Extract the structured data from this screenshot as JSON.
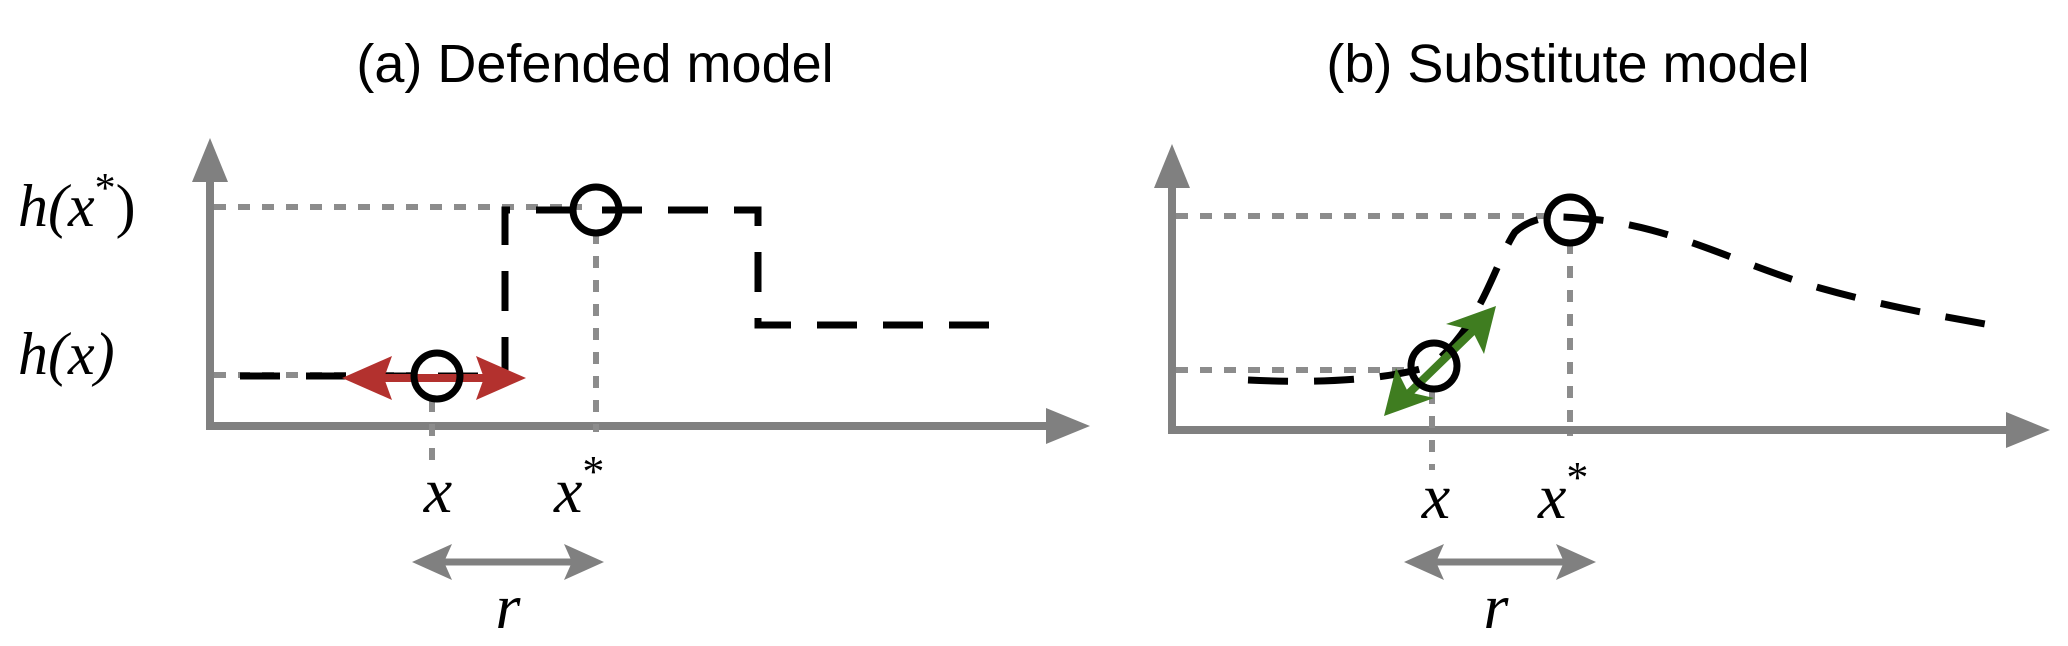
{
  "panels": {
    "a": {
      "title": "(a) Defended model",
      "y_labels": {
        "top": {
          "base": "h(x",
          "sup": "*",
          "close": ")"
        },
        "bottom": {
          "base": "h(x)"
        }
      },
      "x_labels": {
        "x": "x",
        "x_star": {
          "base": "x",
          "sup": "*"
        }
      },
      "range_label": "r",
      "gradient_color": "#b3312e"
    },
    "b": {
      "title": "(b) Substitute model",
      "x_labels": {
        "x": "x",
        "x_star": {
          "base": "x",
          "sup": "*"
        }
      },
      "range_label": "r",
      "gradient_color": "#3f7d20"
    }
  }
}
